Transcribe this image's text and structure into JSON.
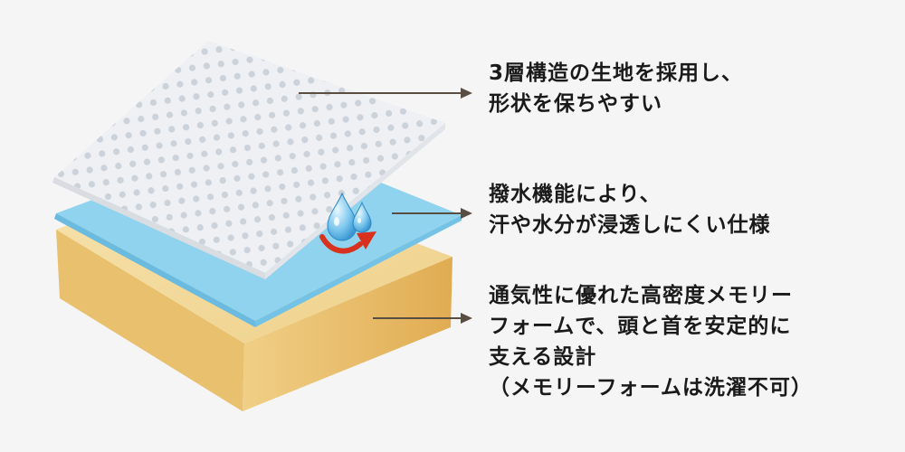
{
  "colors": {
    "background": "#f5f5f5",
    "top_layer": "#eef0f3",
    "top_layer_dots": "#c9cfd6",
    "middle_layer": "#8fd3ee",
    "bottom_layer_top": "#f5dc9c",
    "bottom_layer_front": "#e7b962",
    "arrow": "#5a4d42",
    "red_arrow": "#d8321f",
    "drop": "#5fb6e8"
  },
  "icons": {
    "water_drops": "water-drops-icon",
    "repel_arrow": "red-curved-arrow-icon"
  },
  "captions": {
    "top_layer": {
      "line1": "3層構造の生地を採用し、",
      "line2": "形状を保ちやすい"
    },
    "middle_layer": {
      "line1": "撥水機能により、",
      "line2": "汗や水分が浸透しにくい仕様"
    },
    "bottom_layer": {
      "line1": "通気性に優れた高密度メモリー",
      "line2": "フォームで、頭と首を安定的に",
      "line3": "支える設計",
      "line4": "（メモリーフォームは洗濯不可）"
    }
  }
}
